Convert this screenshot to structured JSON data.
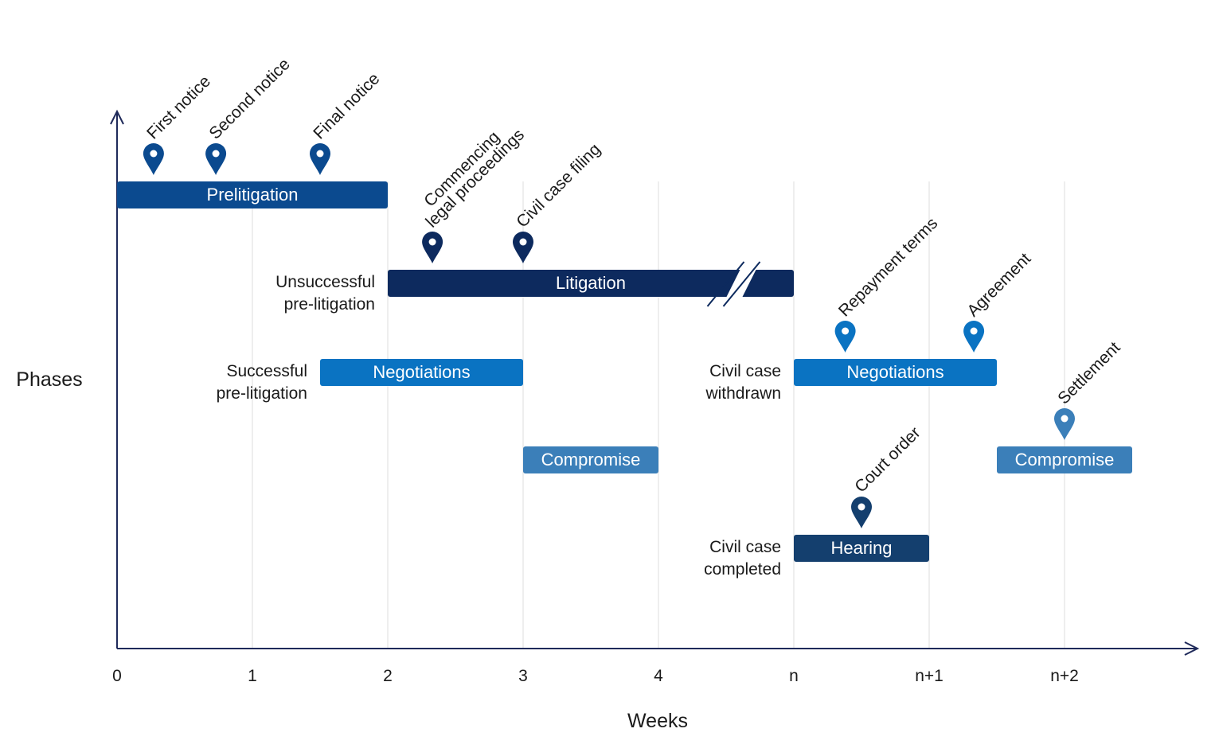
{
  "chart_data": {
    "type": "timeline",
    "xlabel": "Weeks",
    "ylabel": "Phases",
    "x_ticks": [
      "0",
      "1",
      "2",
      "3",
      "4",
      "n",
      "n+1",
      "n+2"
    ],
    "axis_break_between": [
      "4",
      "n"
    ],
    "phases": [
      {
        "name": "Prelitigation",
        "start": 0,
        "end": 2,
        "row": 0,
        "color": "#0b4a8f"
      },
      {
        "name": "Litigation",
        "start": 2,
        "end": 5,
        "row": 1,
        "color": "#0d2a5e"
      },
      {
        "name": "Negotiations",
        "start": 1.5,
        "end": 3,
        "row": 2,
        "color": "#0a73c2"
      },
      {
        "name": "Compromise",
        "start": 3,
        "end": 4,
        "row": 3,
        "color": "#3b7fb9"
      },
      {
        "name": "Negotiations",
        "start": 5,
        "end": 6.5,
        "row": 2,
        "color": "#0a73c2"
      },
      {
        "name": "Compromise",
        "start": 6.5,
        "end": 7.5,
        "row": 3,
        "color": "#3b7fb9"
      },
      {
        "name": "Hearing",
        "start": 5,
        "end": 6,
        "row": 4,
        "color": "#143f6e"
      }
    ],
    "outcome_labels": [
      {
        "lines": [
          "Unsuccessful",
          "pre-litigation"
        ],
        "x": 2,
        "row": 1
      },
      {
        "lines": [
          "Successful",
          "pre-litigation"
        ],
        "x": 1.5,
        "row": 2
      },
      {
        "lines": [
          "Civil case",
          "withdrawn"
        ],
        "x": 5,
        "row": 2
      },
      {
        "lines": [
          "Civil case",
          "completed"
        ],
        "x": 5,
        "row": 4
      }
    ],
    "milestones": [
      {
        "lines": [
          "First notice"
        ],
        "x": 0.27,
        "row": 0,
        "color": "#0b4a8f"
      },
      {
        "lines": [
          "Second notice"
        ],
        "x": 0.73,
        "row": 0,
        "color": "#0b4a8f"
      },
      {
        "lines": [
          "Final notice"
        ],
        "x": 1.5,
        "row": 0,
        "color": "#0b4a8f"
      },
      {
        "lines": [
          "Commencing",
          "legal proceedings"
        ],
        "x": 2.33,
        "row": 1,
        "color": "#0d2a5e"
      },
      {
        "lines": [
          "Civil case filing"
        ],
        "x": 3,
        "row": 1,
        "color": "#0d2a5e"
      },
      {
        "lines": [
          "Repayment terms"
        ],
        "x": 5.38,
        "row": 2,
        "color": "#0a73c2"
      },
      {
        "lines": [
          "Agreement"
        ],
        "x": 6.33,
        "row": 2,
        "color": "#0a73c2"
      },
      {
        "lines": [
          "Settlement"
        ],
        "x": 7,
        "row": 3,
        "color": "#3b7fb9"
      },
      {
        "lines": [
          "Court order"
        ],
        "x": 5.5,
        "row": 4,
        "color": "#143f6e"
      }
    ],
    "grid": true
  }
}
